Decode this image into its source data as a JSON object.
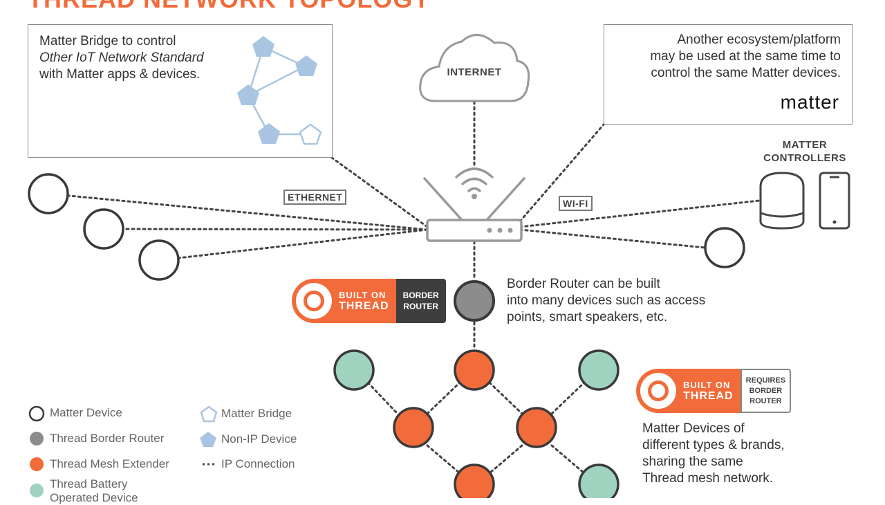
{
  "title": "THREAD NETWORK TOPOLOGY",
  "bridge_note": {
    "line1": "Matter Bridge to control",
    "line2": "Other IoT Network Standard",
    "line3": "with Matter apps & devices."
  },
  "ecosystem_note": {
    "line1": "Another ecosystem/platform",
    "line2": "may be used at the same time to",
    "line3": "control the same Matter devices.",
    "logo_text": "matter"
  },
  "internet_label": "INTERNET",
  "ethernet_tag": "ETHERNET",
  "wifi_tag": "WI-FI",
  "controllers_label": {
    "line1": "MATTER",
    "line2": "CONTROLLERS"
  },
  "border_router_note": {
    "line1": "Border Router can be built",
    "line2": "into many devices such as access",
    "line3": "points, smart speakers, etc."
  },
  "badge_border_router": {
    "built_on": "BUILT ON",
    "thread": "THREAD",
    "side1": "BORDER",
    "side2": "ROUTER"
  },
  "badge_requires": {
    "built_on": "BUILT ON",
    "thread": "THREAD",
    "side1": "REQUIRES",
    "side2": "BORDER",
    "side3": "ROUTER"
  },
  "devices_note": {
    "line1": "Matter Devices of",
    "line2": "different types & brands,",
    "line3": "sharing the same",
    "line4": "Thread mesh network."
  },
  "legend": {
    "matter_device": "Matter Device",
    "border_router": "Thread Border Router",
    "mesh_extender": "Thread Mesh Extender",
    "battery_device_line1": "Thread Battery",
    "battery_device_line2": "Operated Device",
    "matter_bridge": "Matter Bridge",
    "non_ip_device": "Non-IP Device",
    "ip_connection": "IP Connection"
  },
  "colors": {
    "accent": "#f26b3a",
    "mesh_extender": "#f26b3a",
    "battery_device": "#9fd3bf",
    "border_router": "#8c8c8c",
    "non_ip": "#a9c5e2",
    "outline": "#3a3a3a"
  }
}
